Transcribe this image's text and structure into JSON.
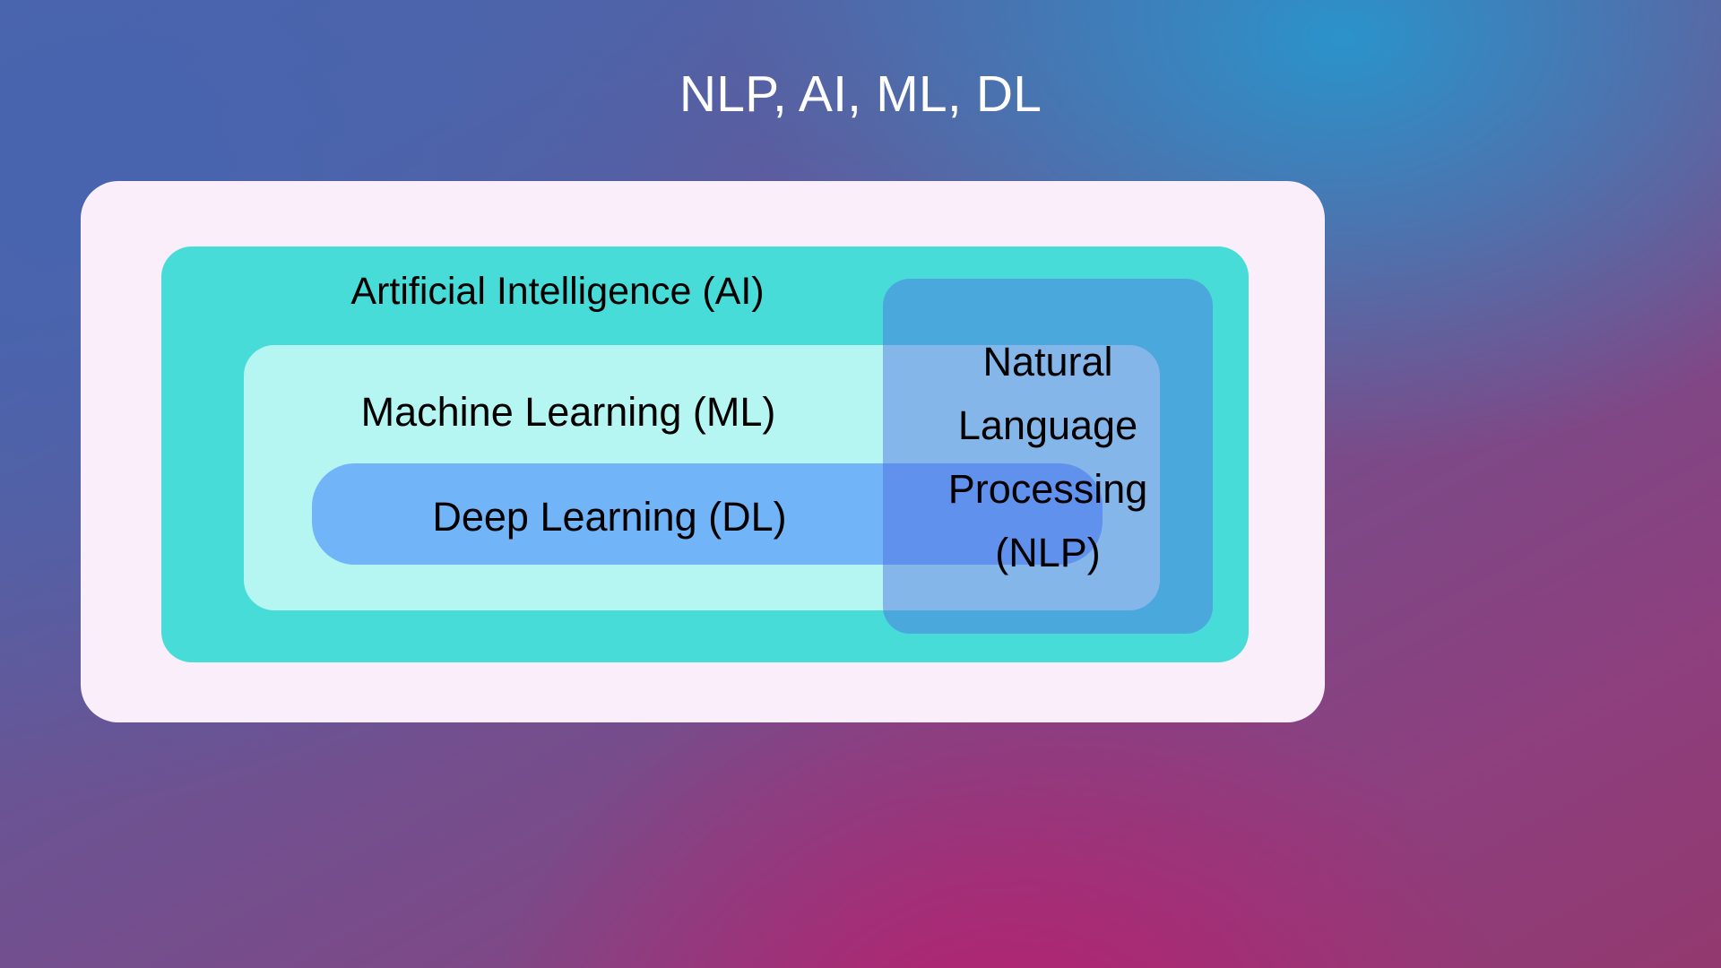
{
  "title": "NLP, AI, ML, DL",
  "colors": {
    "background_top_left": "#4c68ab",
    "background_top_right": "#2896cd",
    "background_bottom": "#92396f",
    "outer_card": "#faeefa",
    "ai_box": "#48dcd8",
    "ml_box": "#b5f5f2",
    "dl_box": "#72b4f8",
    "nlp_box": "#4c6ae0",
    "text": "#000000",
    "title_text": "#ffffff"
  },
  "diagram": {
    "outer_card_label": "",
    "ai": {
      "label": "Artificial Intelligence (AI)"
    },
    "ml": {
      "label": "Machine Learning (ML)"
    },
    "dl": {
      "label": "Deep Learning (DL)"
    },
    "nlp": {
      "lines": [
        "Natural",
        "Language",
        "Processing",
        "(NLP)"
      ],
      "line1": "Natural",
      "line2": "Language",
      "line3": "Processing",
      "line4": "(NLP)"
    }
  }
}
